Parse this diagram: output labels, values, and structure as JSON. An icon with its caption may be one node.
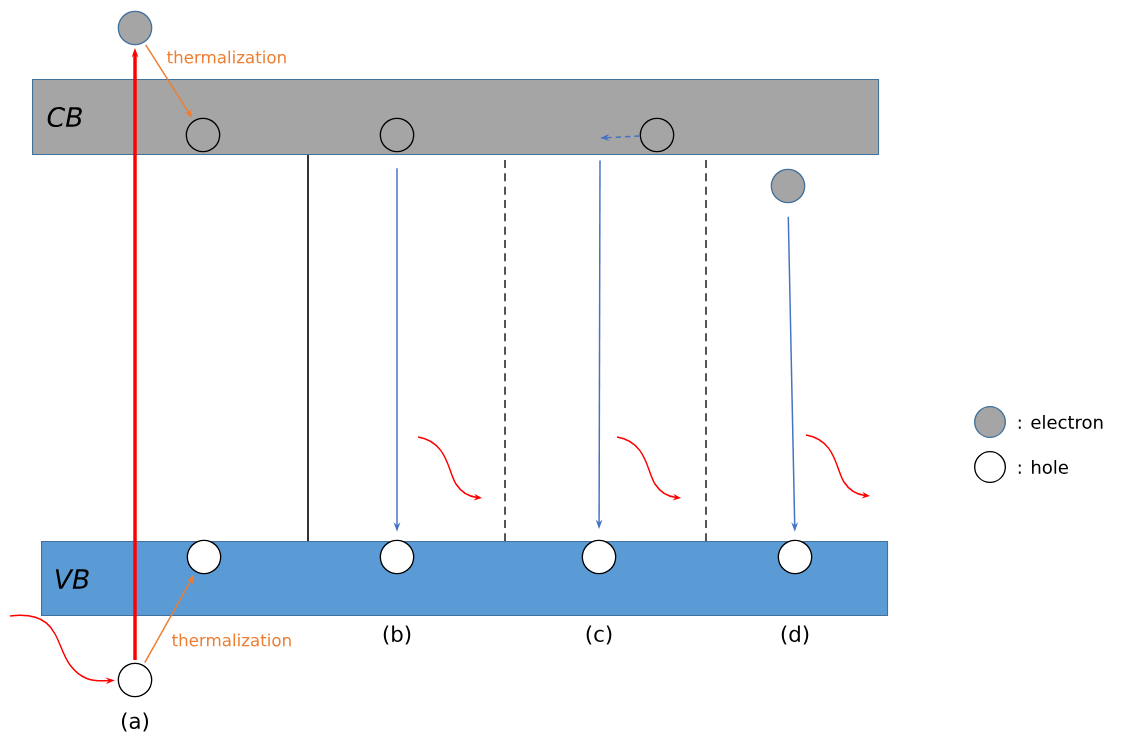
{
  "diagram": {
    "nodes": [
      {
        "text": [
          "CB"
        ]
      },
      {
        "text": [
          "VB"
        ]
      },
      {
        "text": [],
        "shape": "circle"
      },
      {
        "text": [],
        "shape": "circle",
        "in": 0
      },
      {
        "text": [],
        "shape": "circle",
        "in": 0
      },
      {
        "text": [],
        "shape": "circle",
        "in": 0
      },
      {
        "text": [],
        "shape": "circle"
      },
      {
        "text": [],
        "shape": "circle",
        "in": 1
      },
      {
        "text": [],
        "shape": "circle",
        "in": 1
      },
      {
        "text": [],
        "shape": "circle",
        "in": 1
      },
      {
        "text": [],
        "shape": "circle",
        "in": 1
      },
      {
        "text": [],
        "shape": "circle"
      }
    ],
    "edges": [
      {
        "from": 11,
        "to": 2,
        "arrow": "to",
        "style": "thick",
        "color": "#ff0000"
      },
      {
        "from": 2,
        "to": 3,
        "arrow": "to",
        "label": "thermalization",
        "color": "#ed7d31"
      },
      {
        "from": 11,
        "to": 7,
        "arrow": "to",
        "label": "thermalization",
        "color": "#ed7d31"
      },
      {
        "from": 4,
        "to": 8,
        "arrow": "to"
      },
      {
        "from": 5,
        "to": null,
        "arrow": "to",
        "style": "dashed"
      },
      {
        "from": 0,
        "to": 9,
        "arrow": "to"
      },
      {
        "from": 6,
        "to": 10,
        "arrow": "to"
      },
      {
        "from": null,
        "to": 11,
        "arrow": "to",
        "color": "#ff0000"
      }
    ],
    "labels": [
      "(a)",
      "(b)",
      "(c)",
      "(d)"
    ],
    "legend": [
      {
        "text": ": electron",
        "color": "#a5a5a5"
      },
      {
        "text": ": hole"
      }
    ]
  }
}
